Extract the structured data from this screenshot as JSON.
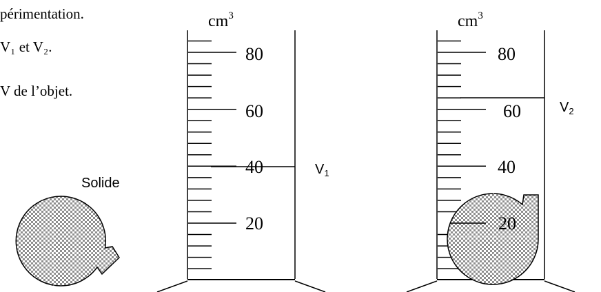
{
  "text": {
    "line1": "périmentation.",
    "line2": "V₁  et V₂.",
    "line3": "V de l’objet.",
    "solid_label": "Solide"
  },
  "cylinders": [
    {
      "unit_base": "cm",
      "unit_exp": "3",
      "tick_labels": [
        "80",
        "60",
        "40",
        "20"
      ],
      "level_label": "V",
      "level_sub": "1",
      "level_value": 40
    },
    {
      "unit_base": "cm",
      "unit_exp": "3",
      "tick_labels": [
        "80",
        "60",
        "40",
        "20"
      ],
      "level_label": "V",
      "level_sub": "2",
      "level_value": 64
    }
  ],
  "colors": {
    "ink": "#000000",
    "hatch": "#9a9a9a",
    "background": "#ffffff"
  }
}
